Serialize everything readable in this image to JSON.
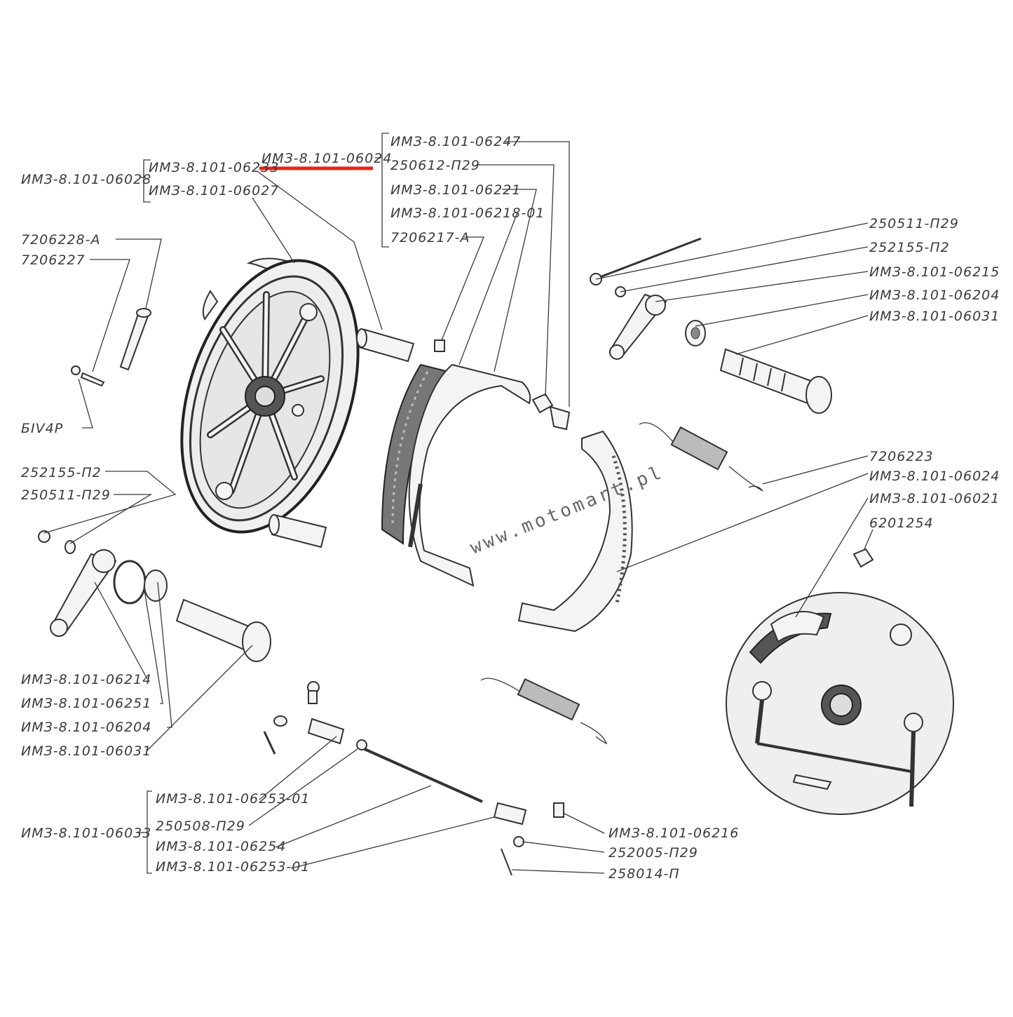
{
  "diagram": {
    "labels": {
      "imz_06024_top": "ИМЗ-8.101-06024",
      "imz_06028": "ИМЗ-8.101-06028",
      "imz_06233": "ИМЗ-8.101-06233",
      "imz_06027": "ИМЗ-8.101-06027",
      "imz_06247": "ИМЗ-8.101-06247",
      "p250612": "250612-П29",
      "imz_06221": "ИМЗ-8.101-06221",
      "imz_06218": "ИМЗ-8.101-06218-01",
      "p7206217": "7206217-А",
      "p7206228": "7206228-А",
      "p7206227": "7206227",
      "p5iv4p": "БIV4Р",
      "p250511_r": "250511-П29",
      "p252155_r": "252155-П2",
      "imz_06215": "ИМЗ-8.101-06215",
      "imz_06204_r": "ИМЗ-8.101-06204",
      "imz_06031_r": "ИМЗ-8.101-06031",
      "p252155_l": "252155-П2",
      "p250511_l": "250511-П29",
      "p7206223": "7206223",
      "imz_06024_r": "ИМЗ-8.101-06024",
      "imz_06021": "ИМЗ-8.101-06021",
      "p6201254": "6201254",
      "imz_06214": "ИМЗ-8.101-06214",
      "imz_06251": "ИМЗ-8.101-06251",
      "imz_06204_l": "ИМЗ-8.101-06204",
      "imz_06031_l": "ИМЗ-8.101-06031",
      "imz_06253_top": "ИМЗ-8.101-06253-01",
      "imz_06033": "ИМЗ-8.101-06033",
      "p250508": "250508-П29",
      "imz_06254": "ИМЗ-8.101-06254",
      "imz_06253_bot": "ИМЗ-8.101-06253-01",
      "imz_06216": "ИМЗ-8.101-06216",
      "p252005": "252005-П29",
      "p258014": "258014-П"
    },
    "watermark": "www.motomart.pl",
    "highlight_color": "#e8231a",
    "line_color": "#3a3a3a"
  }
}
